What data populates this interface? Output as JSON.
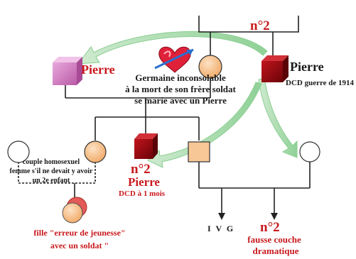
{
  "labels": {
    "top_marker": "n°2",
    "pierre_left": "Pierre",
    "germaine_line1": "Germaine inconsolable",
    "germaine_line2": "à la mort de son frère soldat",
    "germaine_line3": "se marie avec un Pierre",
    "pierre_right": "Pierre",
    "pierre_right_sub": "DCD guerre de 1914",
    "couple_line1": "couple homosexuel",
    "couple_line2": "femme s'il ne devait y avoir",
    "couple_line3": "un 2e enfant",
    "child_marker": "n°2",
    "child_name": "Pierre",
    "child_sub": "DCD à 1 mois",
    "ivg": "I V G",
    "bottom_marker": "n°2",
    "bottom_line1": "fausse couche",
    "bottom_line2": "dramatique",
    "fille_line1": "fille \"erreur de jeunesse\"",
    "fille_line2": "avec un soldat \""
  },
  "colors": {
    "accent_red": "#c8191e",
    "pink_square": "#d882c8",
    "orange_circle": "#f6c08e",
    "dark_red_square": "#8e0b12",
    "green_arrow": "#a9dcaa",
    "heart": "#e0213a"
  }
}
